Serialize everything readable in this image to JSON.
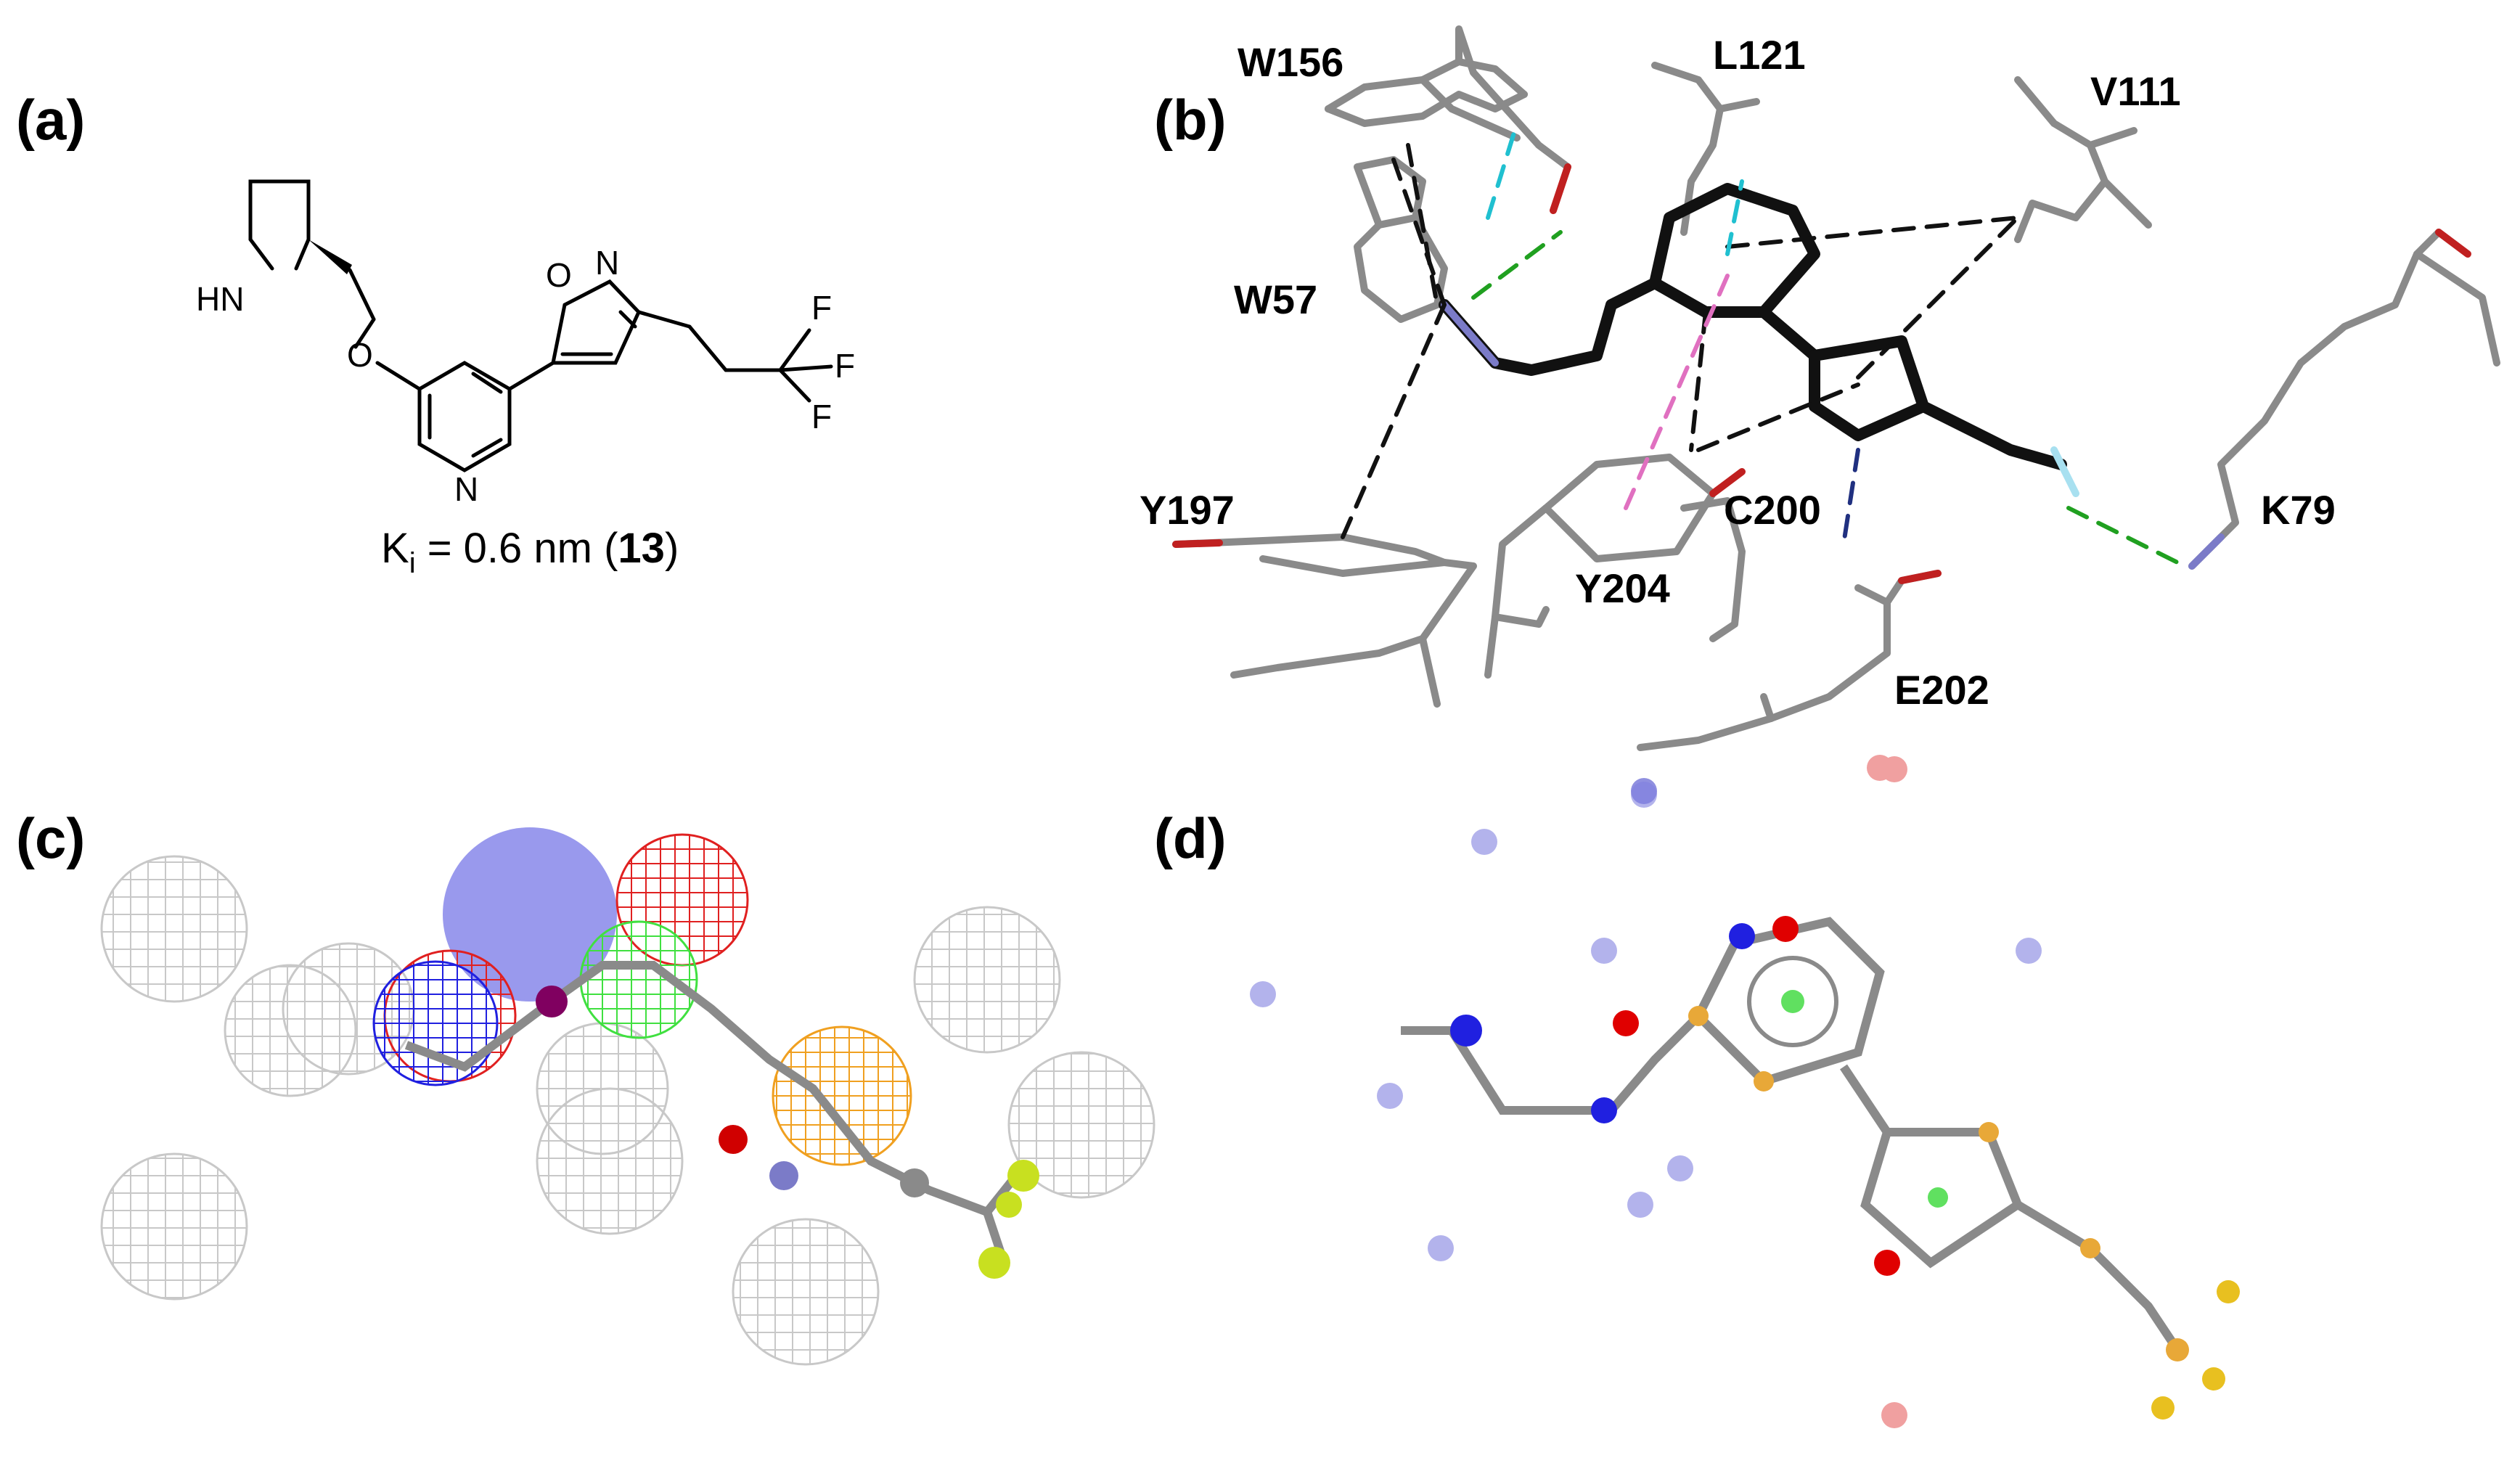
{
  "panels": {
    "a": "(a)",
    "b": "(b)",
    "c": "(c)",
    "d": "(d)"
  },
  "structure": {
    "atoms": {
      "nh": "HN",
      "o_ether": "O",
      "o_isox": "O",
      "n_isox": "N",
      "n_pyr": "N",
      "f1": "F",
      "f2": "F",
      "f3": "F"
    },
    "ki_prefix": "K",
    "ki_sub": "i",
    "ki_value": " = 0.6 nm (",
    "compound_id": "13",
    "ki_close": ")"
  },
  "residues": {
    "w156": "W156",
    "l121": "L121",
    "v111": "V111",
    "w57": "W57",
    "y197": "Y197",
    "c200": "C200",
    "y204": "Y204",
    "k79": "K79",
    "e202": "E202"
  },
  "colors": {
    "carbon_gray": "#8a8a8a",
    "ligand_black": "#111111",
    "nitrogen": "#7b7bc8",
    "oxygen": "#c02020",
    "hydrophobic_mesh": "#c8c8c8",
    "acceptor_mesh": "#e02020",
    "donor_mesh": "#2020e0",
    "aromatic_mesh": "#40e040",
    "ring_mesh": "#f0a020",
    "fluorine": "#c8e020",
    "pharm_carbon": "#e8a838"
  }
}
